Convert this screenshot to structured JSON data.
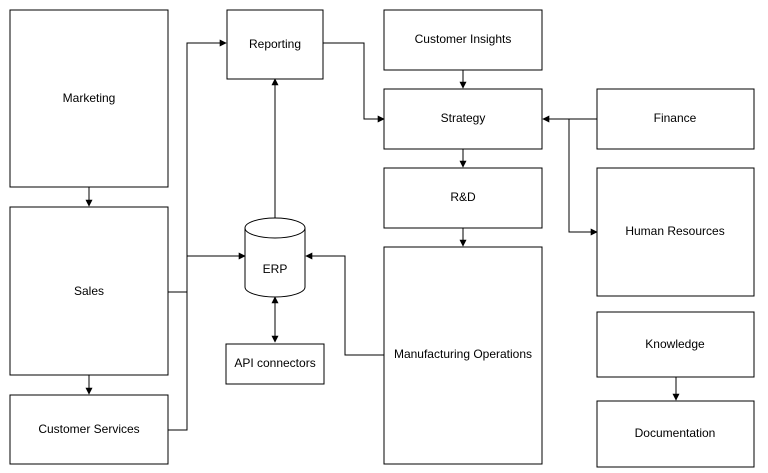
{
  "diagram": {
    "nodes": {
      "marketing": "Marketing",
      "sales": "Sales",
      "customer_services": "Customer Services",
      "reporting": "Reporting",
      "erp": "ERP",
      "api_connectors": "API connectors",
      "customer_insights": "Customer Insights",
      "strategy": "Strategy",
      "rnd": "R&D",
      "manufacturing_operations": "Manufacturing Operations",
      "finance": "Finance",
      "human_resources": "Human Resources",
      "knowledge": "Knowledge",
      "documentation": "Documentation"
    },
    "edges": [
      {
        "from": "Marketing",
        "to": "Sales"
      },
      {
        "from": "Sales",
        "to": "Customer Services"
      },
      {
        "from": "Sales",
        "to": "Reporting"
      },
      {
        "from": "Sales",
        "to": "ERP"
      },
      {
        "from": "Customer Services",
        "to": "Reporting"
      },
      {
        "from": "ERP",
        "to": "Reporting"
      },
      {
        "from": "ERP",
        "to": "API connectors",
        "bidirectional": true
      },
      {
        "from": "Reporting",
        "to": "Strategy"
      },
      {
        "from": "Customer Insights",
        "to": "Strategy"
      },
      {
        "from": "Finance",
        "to": "Strategy"
      },
      {
        "from": "Finance",
        "to": "Human Resources"
      },
      {
        "from": "Strategy",
        "to": "R&D"
      },
      {
        "from": "R&D",
        "to": "Manufacturing Operations"
      },
      {
        "from": "Manufacturing Operations",
        "to": "ERP"
      },
      {
        "from": "Knowledge",
        "to": "Documentation"
      }
    ]
  }
}
